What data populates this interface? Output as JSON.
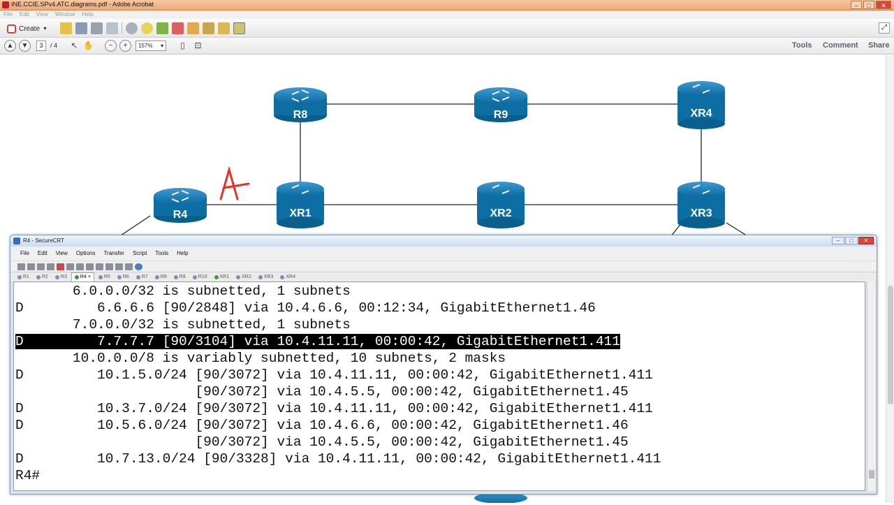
{
  "window": {
    "title": "INE.CCIE.SPv4.ATC.diagrams.pdf - Adobe Acrobat"
  },
  "menu": [
    "File",
    "Edit",
    "View",
    "Window",
    "Help"
  ],
  "toolbar": {
    "create_label": "Create"
  },
  "nav": {
    "page_current": "3",
    "page_total": "/ 4",
    "zoom": "157%"
  },
  "panes": {
    "tools": "Tools",
    "comment": "Comment",
    "share": "Share"
  },
  "diagram": {
    "routers": [
      "R8",
      "R9",
      "XR4",
      "R4",
      "XR1",
      "XR2",
      "XR3"
    ],
    "annotation": "A"
  },
  "crt": {
    "title": "R4 - SecureCRT",
    "menu": [
      "File",
      "Edit",
      "View",
      "Options",
      "Transfer",
      "Script",
      "Tools",
      "Help"
    ],
    "tabs": [
      "R1",
      "R2",
      "R3",
      "R4",
      "R5",
      "R6",
      "R7",
      "R8",
      "R9",
      "R10",
      "XR1",
      "XR2",
      "XR3",
      "XR4"
    ],
    "active_tab": "R4",
    "terminal_lines": [
      "       6.0.0.0/32 is subnetted, 1 subnets",
      "D         6.6.6.6 [90/2848] via 10.4.6.6, 00:12:34, GigabitEthernet1.46",
      "       7.0.0.0/32 is subnetted, 1 subnets",
      "D         7.7.7.7 [90/3104] via 10.4.11.11, 00:00:42, GigabitEthernet1.411",
      "       10.0.0.0/8 is variably subnetted, 10 subnets, 2 masks",
      "D         10.1.5.0/24 [90/3072] via 10.4.11.11, 00:00:42, GigabitEthernet1.411",
      "                      [90/3072] via 10.4.5.5, 00:00:42, GigabitEthernet1.45",
      "D         10.3.7.0/24 [90/3072] via 10.4.11.11, 00:00:42, GigabitEthernet1.411",
      "D         10.5.6.0/24 [90/3072] via 10.4.6.6, 00:00:42, GigabitEthernet1.46",
      "                      [90/3072] via 10.4.5.5, 00:00:42, GigabitEthernet1.45",
      "D         10.7.13.0/24 [90/3328] via 10.4.11.11, 00:00:42, GigabitEthernet1.411",
      "R4#"
    ],
    "highlighted_line_index": 3
  },
  "colors": {
    "router_fill": "#0d6ea3",
    "title_bar": "#eea974",
    "crt_frame": "#d7e4f2",
    "highlight": "#000000"
  }
}
